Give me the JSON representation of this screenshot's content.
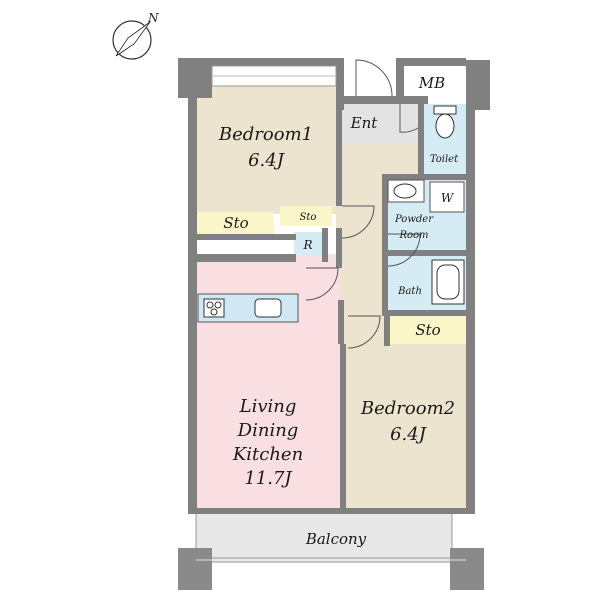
{
  "compass": {
    "letter": "N"
  },
  "rooms": {
    "bedroom1": {
      "name": "Bedroom1",
      "size": "6.4J",
      "color": "#ede4cf"
    },
    "bedroom2": {
      "name": "Bedroom2",
      "size": "6.4J",
      "color": "#ede4cf"
    },
    "ldk": {
      "line1": "Living",
      "line2": "Dining",
      "line3": "Kitchen",
      "size": "11.7J",
      "color": "#f9dfe2"
    },
    "hall": {
      "color": "#ede4cf"
    },
    "balcony": {
      "name": "Balcony",
      "color": "#e8e8e8"
    },
    "entrance": {
      "name": "Ent",
      "color": "#e3e3e3"
    },
    "mb": {
      "name": "MB"
    },
    "toilet": {
      "name": "Toilet",
      "color": "#d6ecf4"
    },
    "powder_room": {
      "line1": "Powder",
      "line2": "Room",
      "color": "#d6ecf4"
    },
    "washer": {
      "name": "W"
    },
    "bath": {
      "name": "Bath",
      "color": "#d6ecf4"
    },
    "refrigerator": {
      "name": "R"
    },
    "storage": {
      "bedroom1": "Sto",
      "hall": "Sto",
      "bedroom2": "Sto",
      "color": "#fbf6c8"
    }
  },
  "colors": {
    "wall": "#808080",
    "kitchen_counter": "#cfe8f3"
  }
}
